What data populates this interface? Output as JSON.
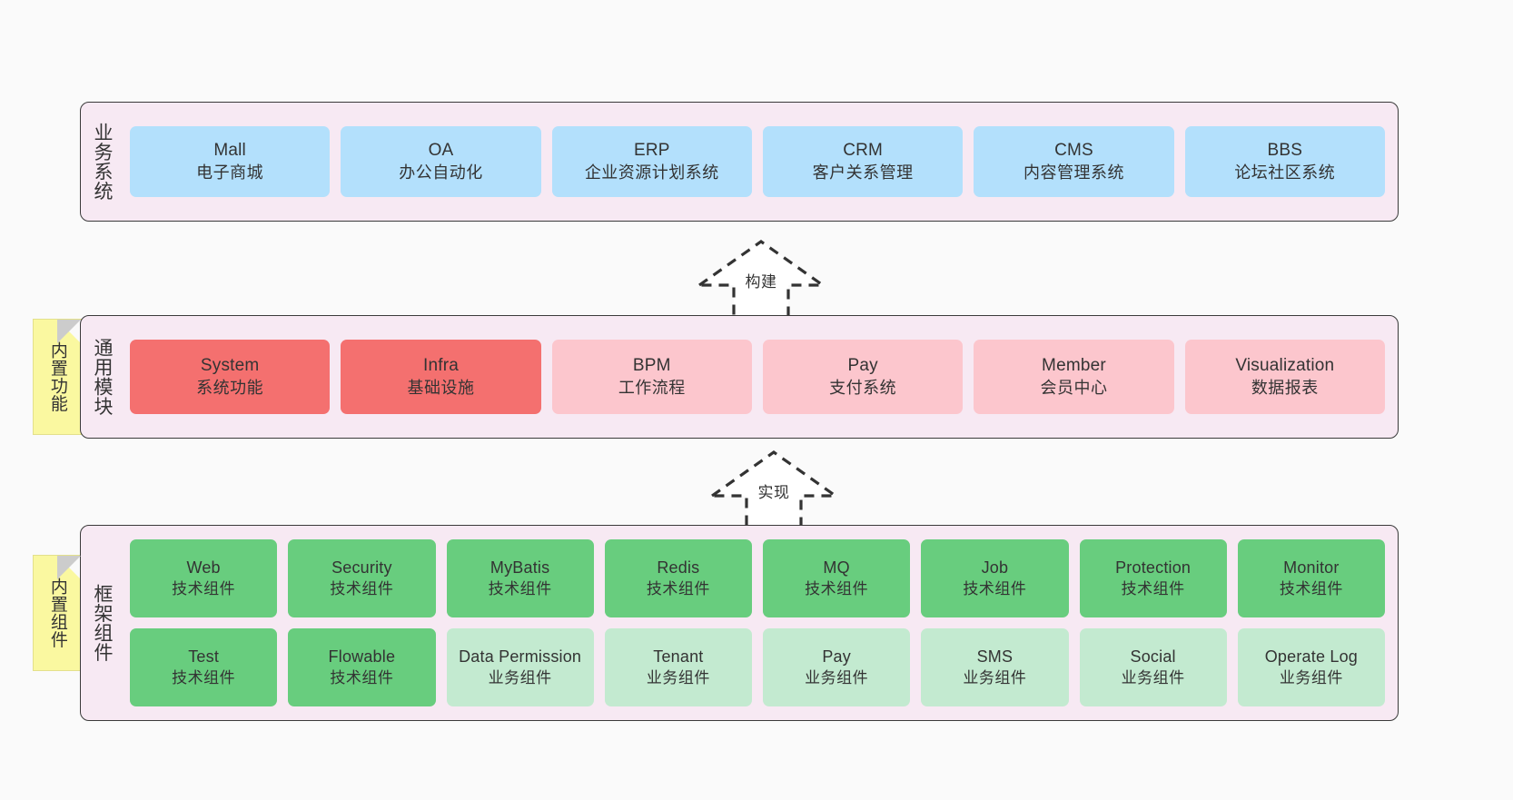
{
  "diagram": {
    "title_hidden": "",
    "background": "#fafafa",
    "layer_bg": "#f7e9f3",
    "note_bg": "#faf8a0",
    "colors": {
      "blue": "#b3e0fc",
      "red": "#f4706f",
      "pink": "#fcc6cd",
      "green": "#68cd7e",
      "light_green": "#c3ead0"
    }
  },
  "layers": {
    "business": {
      "label": "业务系统",
      "cards": [
        {
          "en": "Mall",
          "cn": "电子商城"
        },
        {
          "en": "OA",
          "cn": "办公自动化"
        },
        {
          "en": "ERP",
          "cn": "企业资源计划系统"
        },
        {
          "en": "CRM",
          "cn": "客户关系管理"
        },
        {
          "en": "CMS",
          "cn": "内容管理系统"
        },
        {
          "en": "BBS",
          "cn": "论坛社区系统"
        }
      ]
    },
    "modules": {
      "label": "通用模块",
      "note": "内置功能",
      "cards": [
        {
          "en": "System",
          "cn": "系统功能"
        },
        {
          "en": "Infra",
          "cn": "基础设施"
        },
        {
          "en": "BPM",
          "cn": "工作流程"
        },
        {
          "en": "Pay",
          "cn": "支付系统"
        },
        {
          "en": "Member",
          "cn": "会员中心"
        },
        {
          "en": "Visualization",
          "cn": "数据报表"
        }
      ]
    },
    "framework": {
      "label": "框架组件",
      "note": "内置组件",
      "cards": [
        {
          "en": "Web",
          "cn": "技术组件"
        },
        {
          "en": "Security",
          "cn": "技术组件"
        },
        {
          "en": "MyBatis",
          "cn": "技术组件"
        },
        {
          "en": "Redis",
          "cn": "技术组件"
        },
        {
          "en": "MQ",
          "cn": "技术组件"
        },
        {
          "en": "Job",
          "cn": "技术组件"
        },
        {
          "en": "Protection",
          "cn": "技术组件"
        },
        {
          "en": "Monitor",
          "cn": "技术组件"
        },
        {
          "en": "Test",
          "cn": "技术组件"
        },
        {
          "en": "Flowable",
          "cn": "技术组件"
        },
        {
          "en": "Data Permission",
          "cn": "业务组件"
        },
        {
          "en": "Tenant",
          "cn": "业务组件"
        },
        {
          "en": "Pay",
          "cn": "业务组件"
        },
        {
          "en": "SMS",
          "cn": "业务组件"
        },
        {
          "en": "Social",
          "cn": "业务组件"
        },
        {
          "en": "Operate Log",
          "cn": "业务组件"
        }
      ]
    }
  },
  "connectors": {
    "build": {
      "label": "构建"
    },
    "implement": {
      "label": "实现"
    }
  }
}
